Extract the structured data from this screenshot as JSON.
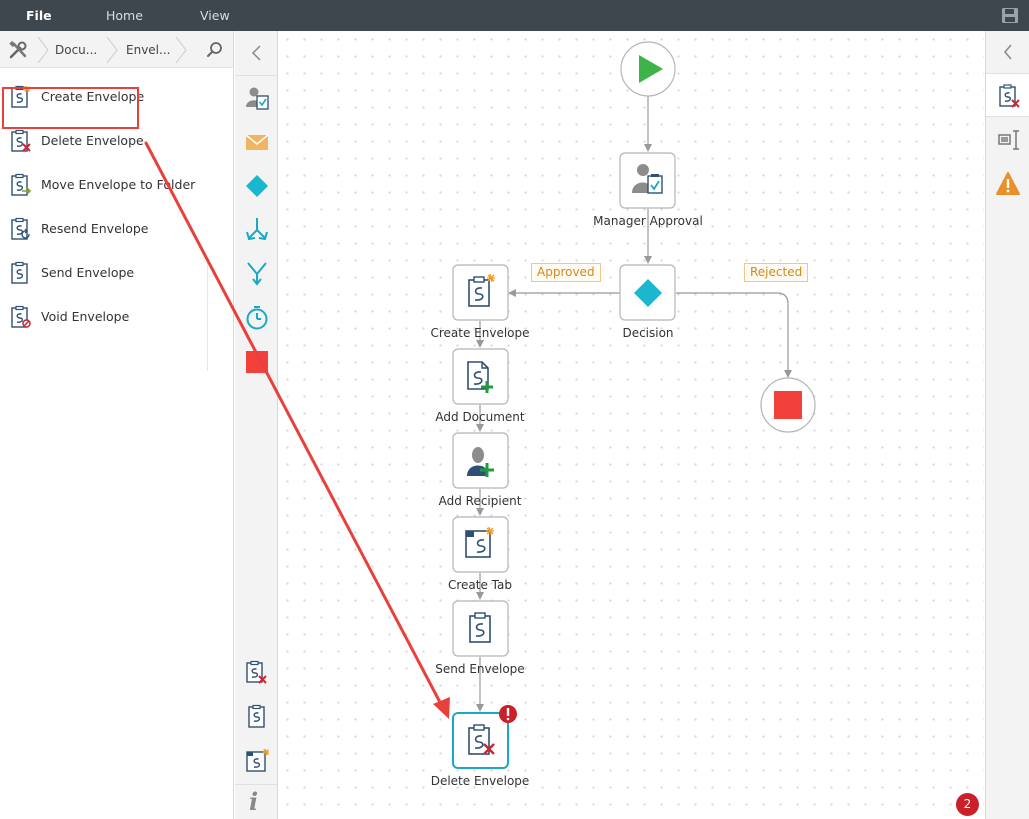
{
  "menu": {
    "file": "File",
    "home": "Home",
    "view": "View"
  },
  "breadcrumb": {
    "item1": "Docu...",
    "item2": "Envel..."
  },
  "library": {
    "items": [
      {
        "label": "Create Envelope",
        "icon": "create-envelope-icon"
      },
      {
        "label": "Delete Envelope",
        "icon": "delete-envelope-icon"
      },
      {
        "label": "Move Envelope to Folder",
        "icon": "move-envelope-icon"
      },
      {
        "label": "Resend Envelope",
        "icon": "resend-envelope-icon"
      },
      {
        "label": "Send Envelope",
        "icon": "send-envelope-icon"
      },
      {
        "label": "Void Envelope",
        "icon": "void-envelope-icon"
      }
    ]
  },
  "toolbox": {
    "tools": [
      "user-task-icon",
      "email-icon",
      "decision-icon",
      "split-icon",
      "merge-icon",
      "timer-icon",
      "stop-icon"
    ],
    "recent": [
      "delete-envelope-icon",
      "send-envelope-icon",
      "create-tab-icon"
    ],
    "info": "i"
  },
  "flow": {
    "manager_approval": "Manager Approval",
    "decision": "Decision",
    "approved": "Approved",
    "rejected": "Rejected",
    "create_envelope": "Create Envelope",
    "add_document": "Add Document",
    "add_recipient": "Add Recipient",
    "create_tab": "Create Tab",
    "send_envelope": "Send Envelope",
    "delete_envelope": "Delete Envelope"
  },
  "status": {
    "error_count": "2"
  },
  "colors": {
    "accent": "#1aa8c4",
    "stop": "#f2403a",
    "start": "#3db34a",
    "annotation": "#e8413c",
    "error": "#c9202a"
  }
}
